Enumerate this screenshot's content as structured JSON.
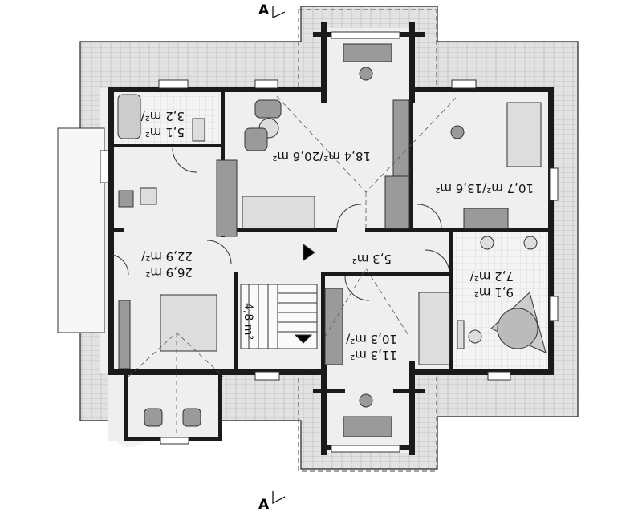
{
  "section_marker": {
    "top": "A",
    "bottom": "A"
  },
  "watermark": "extradom",
  "rooms": [
    {
      "id": "bathroom-small",
      "area1": "3,2 m²/",
      "area2": "5,1 m²"
    },
    {
      "id": "room-top-center",
      "area": "18,4 m²/20,6 m²"
    },
    {
      "id": "room-top-right",
      "area": "10,7 m²/13,6 m²"
    },
    {
      "id": "living-left",
      "area1": "22,9 m²/",
      "area2": "26,9 m²"
    },
    {
      "id": "hall",
      "area": "5,3 m²"
    },
    {
      "id": "bathroom-right",
      "area1": "7,2 m²/",
      "area2": "9,1 m²"
    },
    {
      "id": "room-bottom-center",
      "area1": "10,3 m²/",
      "area2": "11,3 m²"
    },
    {
      "id": "stairs",
      "area": "4,8 m²"
    }
  ],
  "colors": {
    "roof": "#e6e6e6",
    "wall": "#1a1a1a",
    "floor": "#efefef",
    "furniture": "#9a9a9a"
  }
}
